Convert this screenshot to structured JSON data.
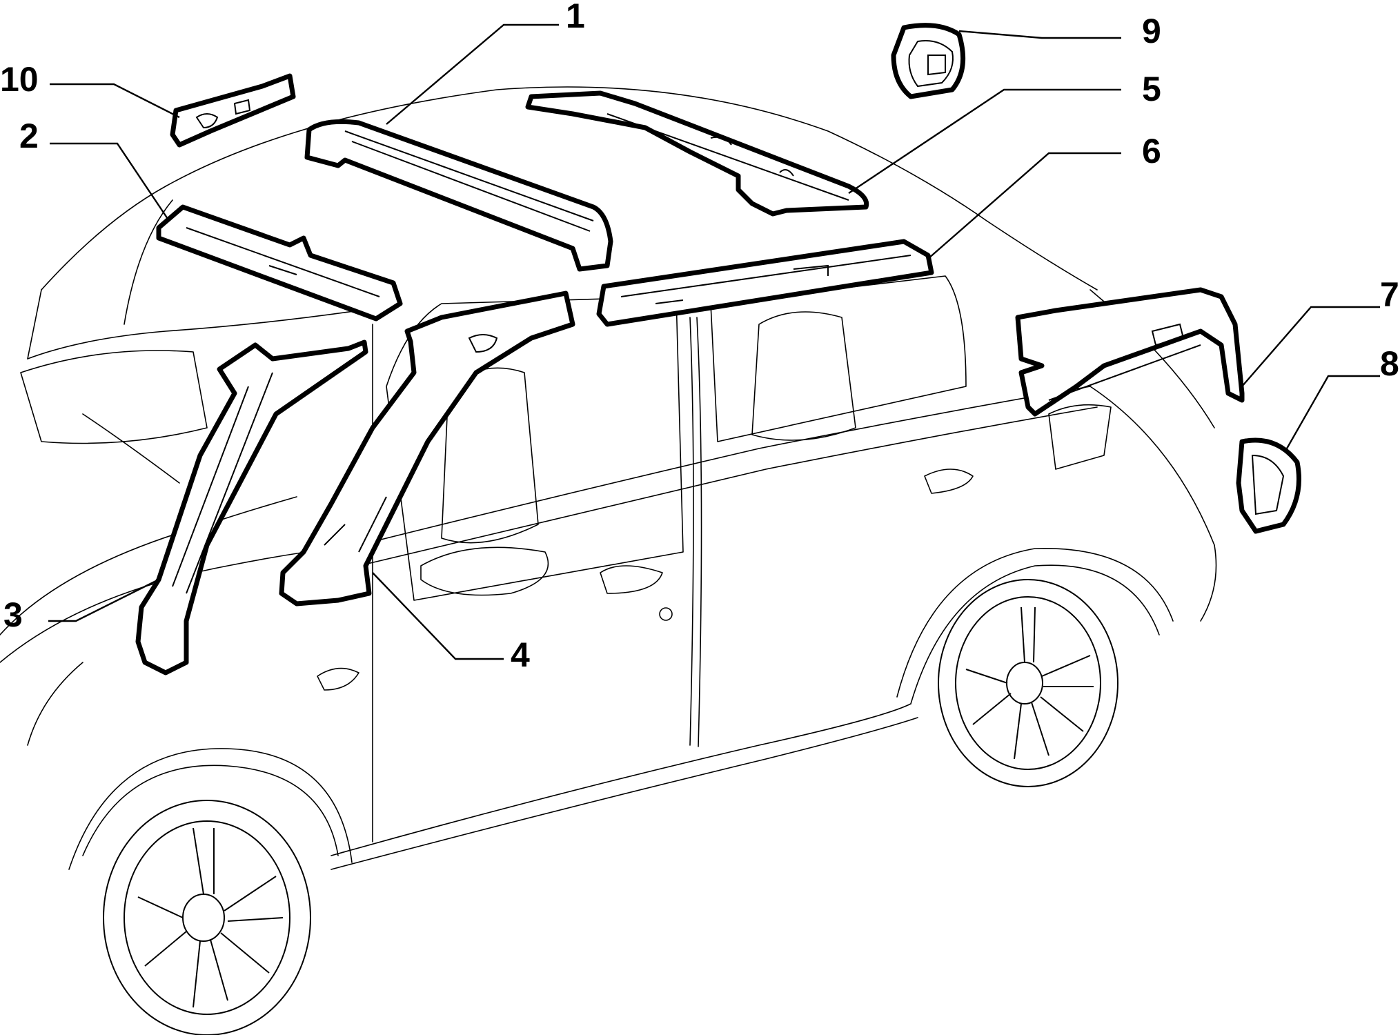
{
  "diagram": {
    "colors": {
      "line": "#000000",
      "background": "#ffffff"
    },
    "callouts": [
      {
        "id": "1",
        "label": "1"
      },
      {
        "id": "2",
        "label": "2"
      },
      {
        "id": "3",
        "label": "3"
      },
      {
        "id": "4",
        "label": "4"
      },
      {
        "id": "5",
        "label": "5"
      },
      {
        "id": "6",
        "label": "6"
      },
      {
        "id": "7",
        "label": "7"
      },
      {
        "id": "8",
        "label": "8"
      },
      {
        "id": "9",
        "label": "9"
      },
      {
        "id": "10",
        "label": "10"
      }
    ]
  }
}
